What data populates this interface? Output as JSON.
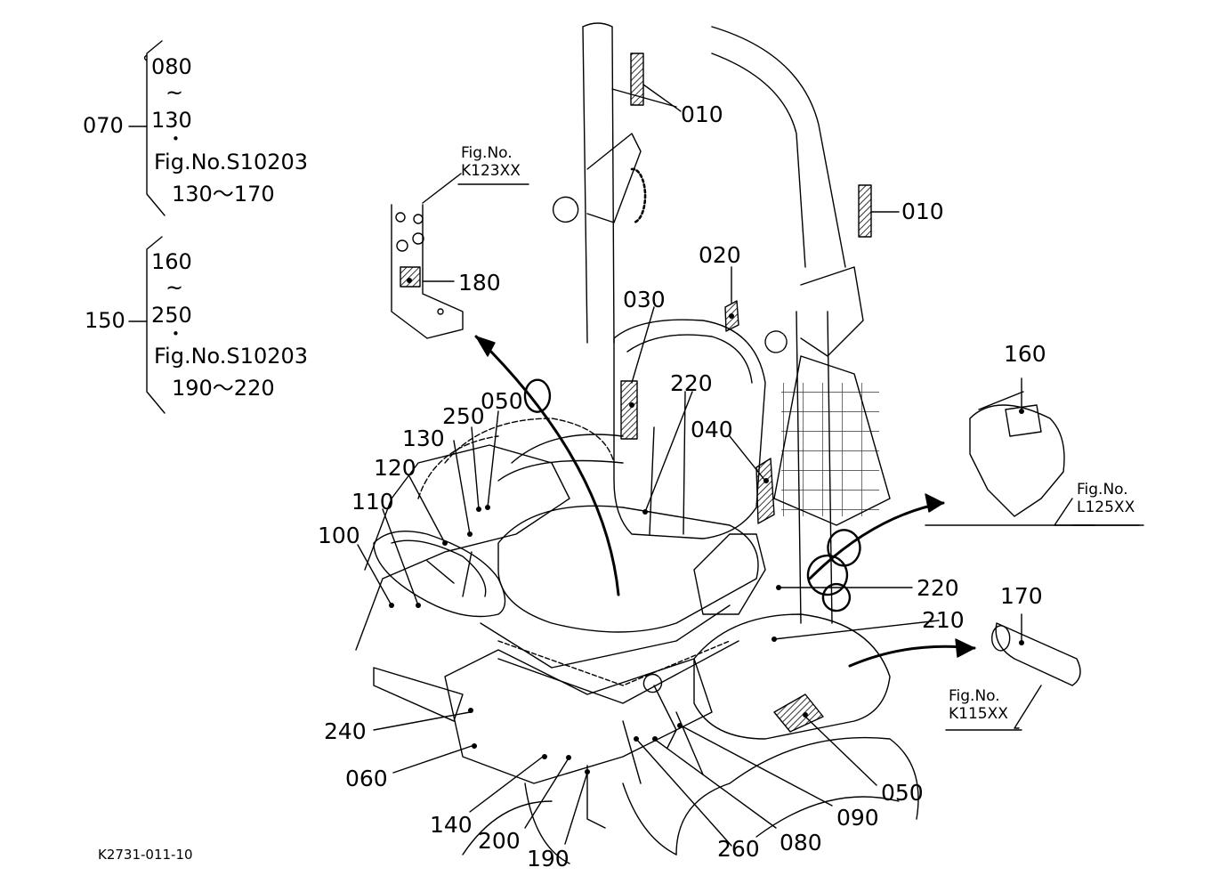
{
  "drawing_code": "K2731-011-10",
  "groups": [
    {
      "name": "070",
      "from": "080",
      "sep": "~",
      "to": "130",
      "dot": "•",
      "ref": "Fig.No.S10203",
      "range": "130～170"
    },
    {
      "name": "150",
      "from": "160",
      "sep": "~",
      "to": "250",
      "dot": "•",
      "ref": "Fig.No.S10203",
      "range": "190～220"
    }
  ],
  "figrefs": [
    {
      "line1": "Fig.No.",
      "line2": "K123XX"
    },
    {
      "line1": "Fig.No.",
      "line2": "L125XX"
    },
    {
      "line1": "Fig.No.",
      "line2": "K115XX"
    }
  ],
  "callouts": [
    "010",
    "010",
    "020",
    "030",
    "040",
    "050",
    "050",
    "060",
    "080",
    "090",
    "100",
    "110",
    "120",
    "130",
    "140",
    "160",
    "170",
    "180",
    "190",
    "200",
    "210",
    "220",
    "220",
    "240",
    "250",
    "260"
  ],
  "colors": {
    "ink": "#000000",
    "background": "#ffffff"
  }
}
